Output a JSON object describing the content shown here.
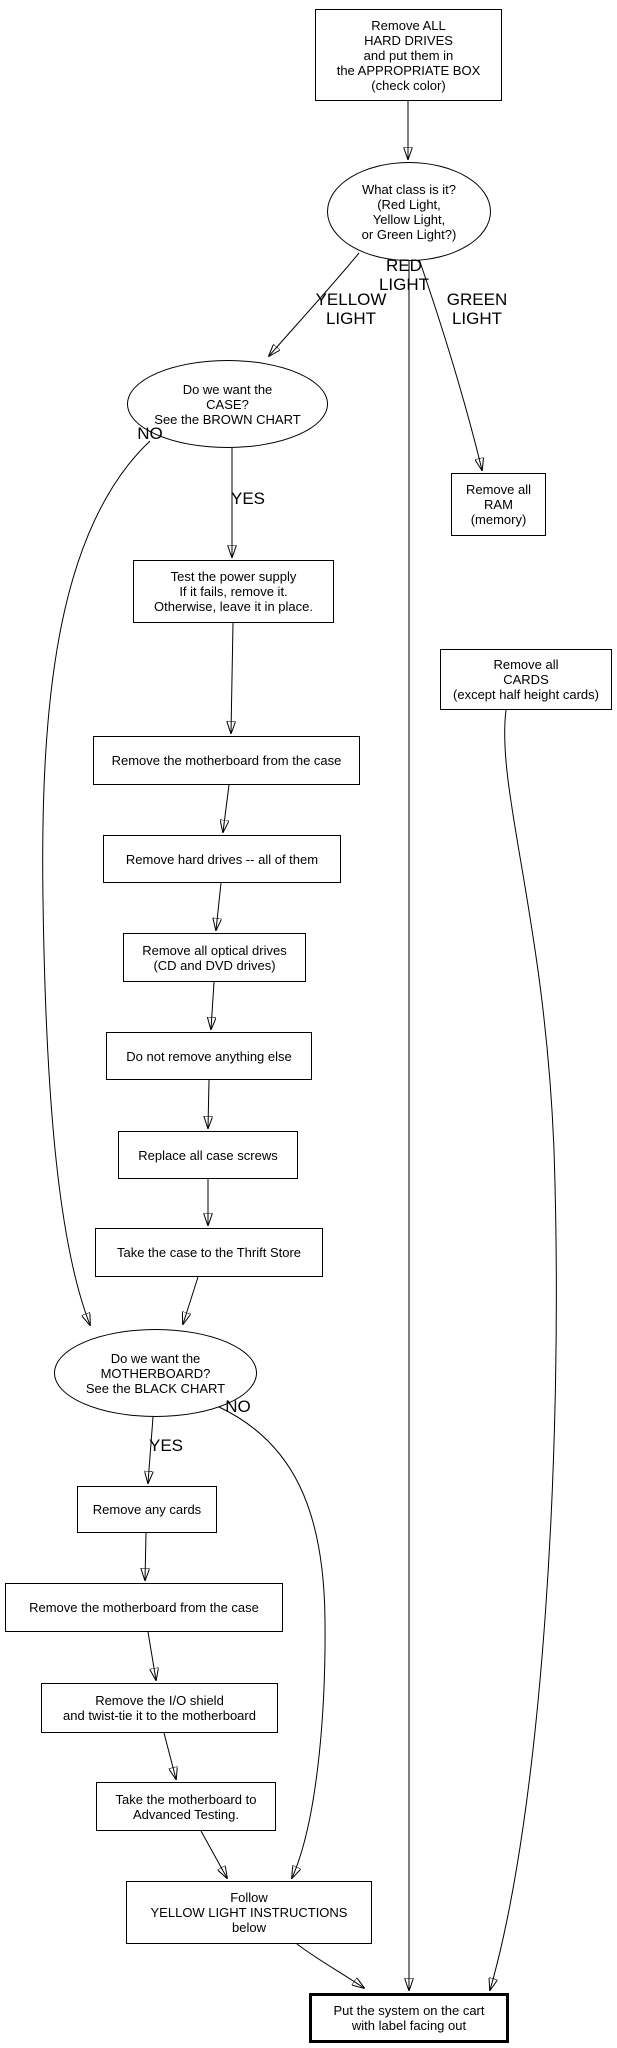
{
  "nodes": {
    "start": {
      "text": "Remove ALL\nHARD DRIVES\nand put them in\nthe APPROPRIATE BOX\n(check color)"
    },
    "class_decision": {
      "text": "What class is it?\n(Red Light,\nYellow Light,\nor Green Light?)"
    },
    "case_decision": {
      "text": "Do we want the\nCASE?\nSee the BROWN CHART"
    },
    "ram": {
      "text": "Remove all\nRAM\n(memory)"
    },
    "cards": {
      "text": "Remove all\nCARDS\n(except half height cards)"
    },
    "psu": {
      "text": "Test the power supply\nIf it fails, remove it.\nOtherwise, leave it in place."
    },
    "mobo_case1": {
      "text": "Remove the motherboard from the case"
    },
    "hard_drives": {
      "text": "Remove hard drives -- all of them"
    },
    "optical": {
      "text": "Remove all optical drives\n(CD and DVD drives)"
    },
    "nothing_else": {
      "text": "Do not remove anything else"
    },
    "screws": {
      "text": "Replace all case screws"
    },
    "thrift": {
      "text": "Take the case to the Thrift Store"
    },
    "mobo_decision": {
      "text": "Do we want the\nMOTHERBOARD?\nSee the BLACK CHART"
    },
    "any_cards": {
      "text": "Remove any cards"
    },
    "mobo_case2": {
      "text": "Remove the motherboard from the case"
    },
    "io_shield": {
      "text": "Remove the I/O shield\nand twist-tie it to the motherboard"
    },
    "advanced": {
      "text": "Take the motherboard to\nAdvanced Testing."
    },
    "follow_yellow": {
      "text": "Follow\nYELLOW LIGHT INSTRUCTIONS\nbelow"
    },
    "final": {
      "text": "Put the system on the cart\nwith label facing out"
    }
  },
  "edge_labels": {
    "red": "RED\nLIGHT",
    "yellow": "YELLOW\nLIGHT",
    "green": "GREEN\nLIGHT",
    "case_no": "NO",
    "case_yes": "YES",
    "mobo_no": "NO",
    "mobo_yes": "YES"
  },
  "colors": {
    "line": "#000000",
    "background": "#ffffff",
    "text": "#000000"
  }
}
